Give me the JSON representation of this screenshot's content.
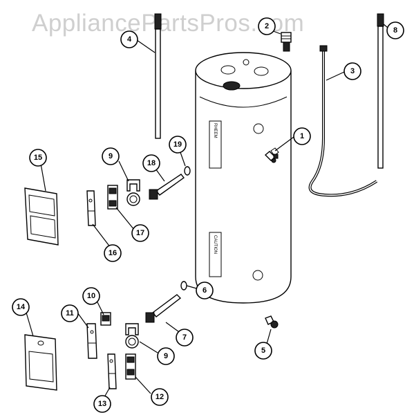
{
  "watermark": "AppliancePartsPros.com",
  "callouts": [
    {
      "id": "c1",
      "label": "1"
    },
    {
      "id": "c2",
      "label": "2"
    },
    {
      "id": "c3",
      "label": "3"
    },
    {
      "id": "c4",
      "label": "4"
    },
    {
      "id": "c5",
      "label": "5"
    },
    {
      "id": "c6",
      "label": "6"
    },
    {
      "id": "c7",
      "label": "7"
    },
    {
      "id": "c8",
      "label": "8"
    },
    {
      "id": "c9a",
      "label": "9"
    },
    {
      "id": "c9b",
      "label": "9"
    },
    {
      "id": "c10",
      "label": "10"
    },
    {
      "id": "c11",
      "label": "11"
    },
    {
      "id": "c12",
      "label": "12"
    },
    {
      "id": "c13",
      "label": "13"
    },
    {
      "id": "c14",
      "label": "14"
    },
    {
      "id": "c15",
      "label": "15"
    },
    {
      "id": "c16",
      "label": "16"
    },
    {
      "id": "c17",
      "label": "17"
    },
    {
      "id": "c18",
      "label": "18"
    },
    {
      "id": "c19",
      "label": "19"
    }
  ]
}
